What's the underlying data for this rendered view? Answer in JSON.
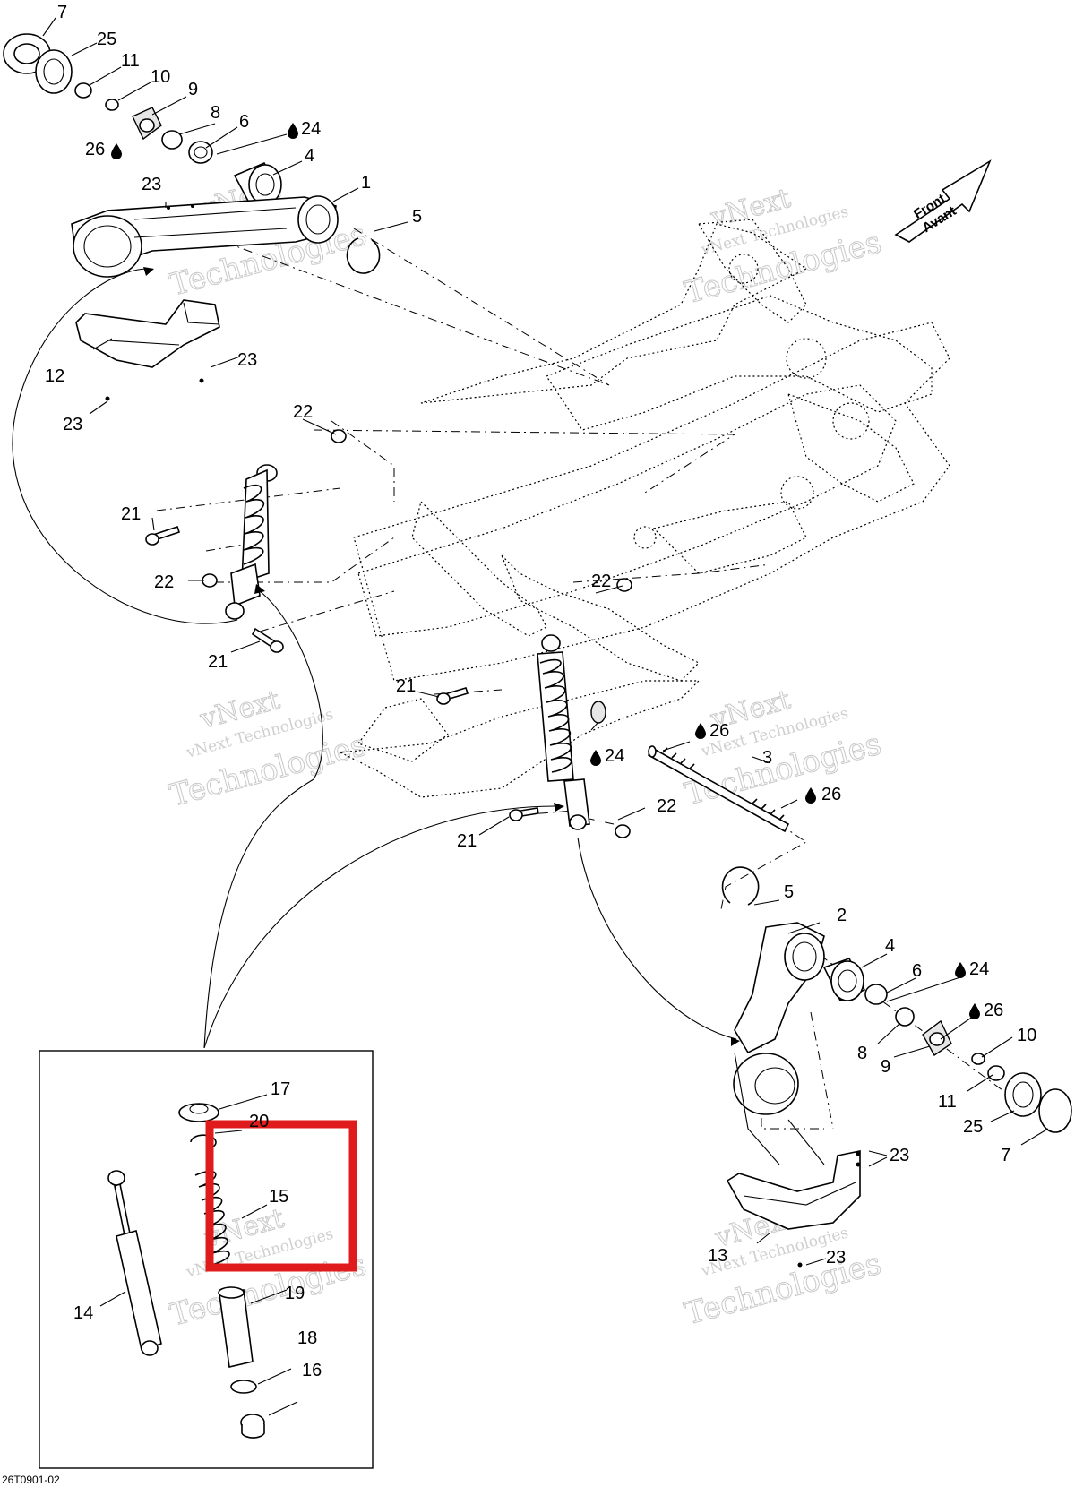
{
  "figure_id": "26T0901-02",
  "front_arrow": {
    "line1": "Front",
    "line2": "Avant"
  },
  "watermark": {
    "brand": "vNext",
    "line": "vNext Technologies",
    "word": "Technologies"
  },
  "parts": {
    "p1": "1",
    "p2": "2",
    "p3": "3",
    "p4a": "4",
    "p4b": "4",
    "p5a": "5",
    "p5b": "5",
    "p6a": "6",
    "p6b": "6",
    "p7a": "7",
    "p7b": "7",
    "p8a": "8",
    "p8b": "8",
    "p9a": "9",
    "p9b": "9",
    "p10a": "10",
    "p10b": "10",
    "p11a": "11",
    "p11b": "11",
    "p12": "12",
    "p13": "13",
    "p14": "14",
    "p15": "15",
    "p16": "16",
    "p17": "17",
    "p18": "18",
    "p19": "19",
    "p20": "20",
    "p21a": "21",
    "p21b": "21",
    "p21c": "21",
    "p21d": "21",
    "p22a": "22",
    "p22b": "22",
    "p22c": "22",
    "p22d": "22",
    "p23a": "23",
    "p23b": "23",
    "p23c": "23",
    "p23d": "23",
    "p23e": "23",
    "p24a": "24",
    "p24b": "24",
    "p24c": "24",
    "p26a": "26",
    "p26b": "26",
    "p26c": "26",
    "p26d": "26"
  },
  "highlight_color": "#e01b1b"
}
